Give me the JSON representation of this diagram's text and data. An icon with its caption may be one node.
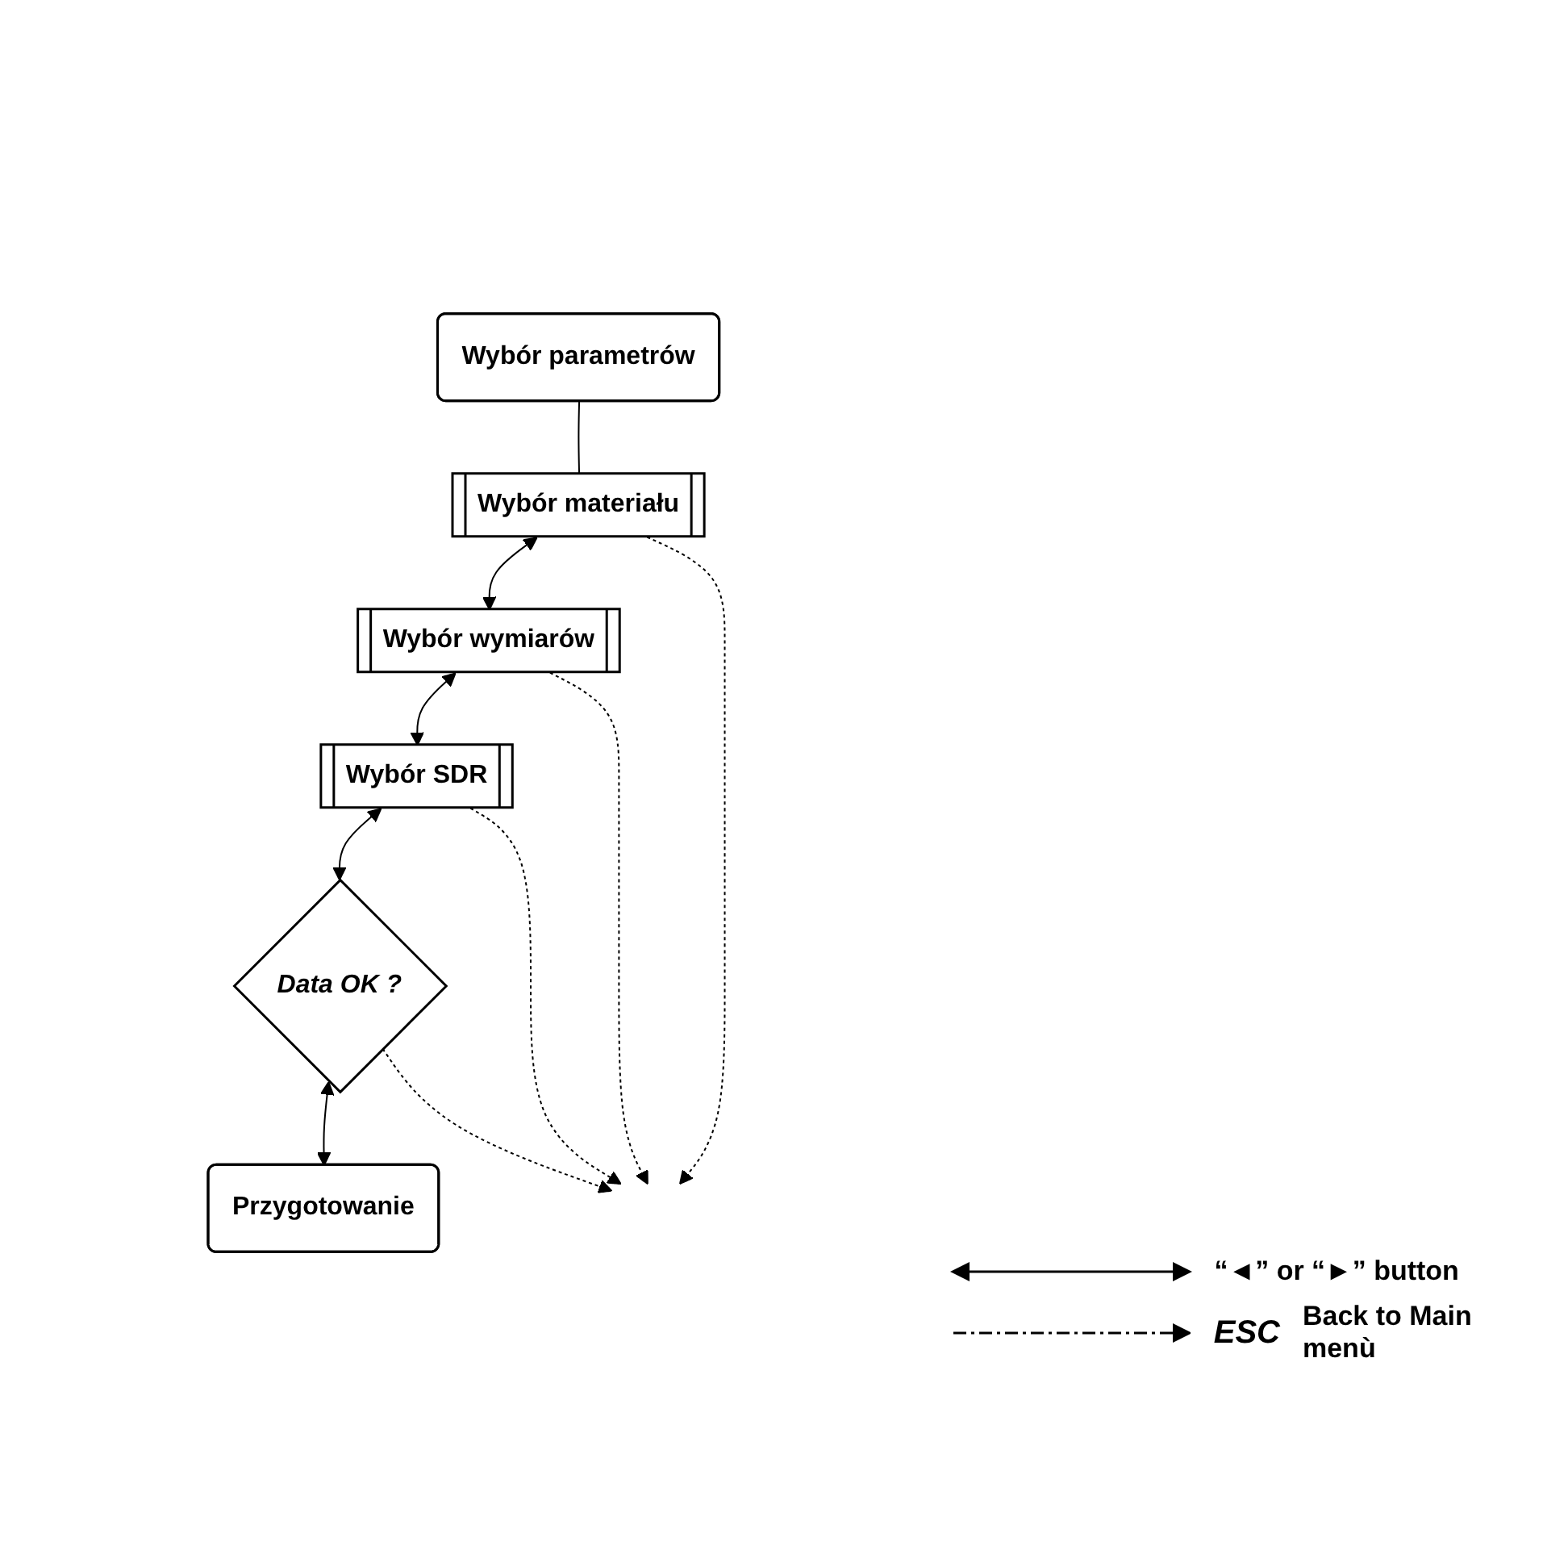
{
  "diagram": {
    "nodes": [
      {
        "text": [
          "Wybór parametrów"
        ]
      },
      {
        "text": [
          "Wybór materiału"
        ]
      },
      {
        "text": [
          "Wybór wymiarów"
        ]
      },
      {
        "text": [
          "Wybór SDR"
        ]
      },
      {
        "text": [
          "Data OK ?"
        ]
      },
      {
        "text": [
          "Przygotowanie"
        ]
      }
    ],
    "edges": [
      {
        "from": 0,
        "to": 1,
        "arrow": "none"
      },
      {
        "from": 1,
        "to": 2,
        "arrow": "both"
      },
      {
        "from": 2,
        "to": 3,
        "arrow": "both"
      },
      {
        "from": 3,
        "to": 4,
        "arrow": "both"
      },
      {
        "from": 4,
        "to": 5,
        "arrow": "both"
      },
      {
        "from": 1,
        "to": null,
        "arrow": "to",
        "style": "dashed"
      },
      {
        "from": 2,
        "to": null,
        "arrow": "to",
        "style": "dashed"
      },
      {
        "from": 3,
        "to": null,
        "arrow": "to",
        "style": "dashed"
      },
      {
        "from": 4,
        "to": null,
        "arrow": "to",
        "style": "dashed"
      }
    ],
    "labels": [
      "ESC"
    ],
    "legend": [
      {
        "text": "“◄” or “►” button"
      },
      {
        "text": "Back to Main menù"
      }
    ]
  }
}
